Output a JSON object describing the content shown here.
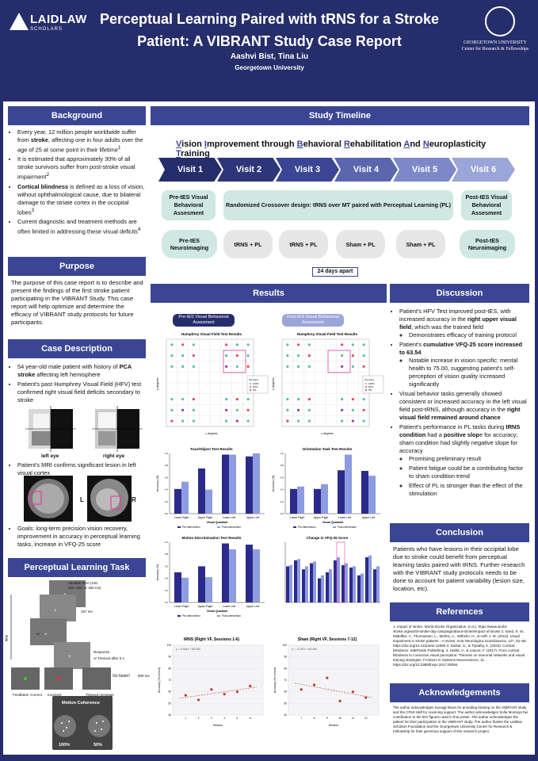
{
  "header": {
    "logo_name": "LAIDLAW",
    "logo_sub": "SCHOLARS",
    "title_line1": "Perceptual Learning Paired with tRNS for a Stroke",
    "title_line2": "Patient: A VIBRANT Study Case Report",
    "authors": "Aashvi Bist, Tina Liu",
    "institution": "Georgetown University",
    "gu_line1": "GEORGETOWN UNIVERSITY",
    "gu_line2": "Center for Research & Fellowships"
  },
  "sections": {
    "background": "Background",
    "timeline": "Study Timeline",
    "purpose": "Purpose",
    "case": "Case Description",
    "results": "Results",
    "discussion": "Discussion",
    "pl_task": "Perceptual Learning Task",
    "conclusion": "Conclusion",
    "references": "References",
    "ack": "Acknowledgements"
  },
  "background": {
    "b1a": "Every year, 12 million people worldwide suffer from ",
    "b1b": "stroke",
    ", affecting one in four adults over the age of 25 at some point in their lifetime": "",
    "b1c": ", affecting one in four adults over the age of 25 at some point in their lifetime",
    "b2": "It is estimated that approximately 30% of all stroke survivors suffer from post-stroke visual impairment",
    "b3a": "Cortical blindness",
    "b3b": " is defined as a loss of vision, without ophthalmological cause, due to bilateral damage to the striate cortex in the occipital lobes",
    "b4": "Current diagnostic and treatment methods are often limited in addressing these visual deficits"
  },
  "purpose": {
    "text": "The purpose of this case report is to describe and present the findings of the first stroke patient participating in the VIBRANT Study. This case report will help optimize and determine the efficacy of VIBRANT study protocols for future participants."
  },
  "case": {
    "c1": "54 year-old male patient with history of ",
    "c1b": "PCA stroke",
    " affecting left hemisphere": "",
    "c1c": " affecting left hemisphere",
    "c2": "Patient's past Humphrey Visual Field (HFV) test confirmed right visual field deficits secondary to stroke",
    "left_eye": "left eye",
    "right_eye": "right eye",
    "c3": "Patient's MRI confirms significant lesion in left visual cortex",
    "mri_L": "L",
    "mri_R": "R",
    "c4": "Goals: long-term precision vision recovery, improvement in accuracy in perceptual learning tasks, increase in VFQ-25 score"
  },
  "timeline": {
    "title": "Vision Improvement through Behavioral Rehabilitation And Neuroplasticity Training",
    "visits": [
      "Visit 1",
      "Visit 2",
      "Visit 3",
      "Visit 4",
      "Visit 5",
      "Visit 6"
    ],
    "pre_assess": "Pre-tES Visual Behavioral Assesment",
    "design": "Randomized Crossover design: tRNS over MT paired with Perceptual Learning (PL)",
    "post_assess": "Post-tES Visual Behavioral Assesment",
    "row3": [
      "Pre-tES Neuroimaging",
      "tRNS + PL",
      "tRNS + PL",
      "Sham + PL",
      "Sham + PL",
      "Post-tES Neuroimaging"
    ],
    "days": "24 days apart"
  },
  "results": {
    "pre_label": "Pre-tES Visual Behavioral Assesment",
    "post_label": "Post-tES Visual Behavioral Assesment"
  },
  "chart_data": [
    {
      "type": "bar",
      "title": "Face/Object Test Results",
      "categories": [
        "Lower Right",
        "Upper Right",
        "Lower Left",
        "Upper Left"
      ],
      "series": [
        {
          "name": "Pre-intervention",
          "values": [
            0.41,
            0.75,
            0.98,
            0.95
          ]
        },
        {
          "name": "Post-intervention",
          "values": [
            0.53,
            0.4,
            0.98,
            1.0
          ]
        }
      ],
      "ylabel": "Accuracy (%)",
      "xlabel": "Visual Quadrant",
      "ylim": [
        0,
        1
      ]
    },
    {
      "type": "bar",
      "title": "Orientation Task Test Results",
      "categories": [
        "Lower Right",
        "Upper Right",
        "Lower Left",
        "Upper Left"
      ],
      "series": [
        {
          "name": "Pre-intervention",
          "values": [
            0.41,
            0.41,
            0.72,
            0.71
          ]
        },
        {
          "name": "Post-intervention",
          "values": [
            0.45,
            0.49,
            0.98,
            0.63
          ]
        }
      ],
      "ylabel": "Accuracy (%)",
      "xlabel": "Visual Quadrant",
      "ylim": [
        0,
        1
      ]
    },
    {
      "type": "bar",
      "title": "Motion Discrimination Test Results",
      "categories": [
        "Lower Right",
        "Upper Right",
        "Lower Left",
        "Upper Left"
      ],
      "series": [
        {
          "name": "Pre-intervention",
          "values": [
            0.5,
            0.6,
            0.98,
            0.96
          ]
        },
        {
          "name": "Post-intervention",
          "values": [
            0.41,
            0.42,
            0.88,
            0.88
          ]
        }
      ],
      "ylabel": "Accuracy (%)",
      "xlabel": "Visual Quadrant",
      "ylim": [
        0,
        1
      ]
    },
    {
      "type": "bar",
      "title": "Change in VFQ-25 Score",
      "ylim": [
        0,
        100
      ]
    },
    {
      "type": "scatter",
      "title": "tRNS (Right VF, Sessions 1-6)",
      "equation": "y = 0.944x + 58.050",
      "x": [
        1,
        2,
        3,
        4,
        5,
        6
      ],
      "y": [
        57,
        53,
        62,
        58,
        60,
        65
      ],
      "xlabel": "Session",
      "ylabel": "Accuracy (% correct)",
      "ylim": [
        40,
        100
      ]
    },
    {
      "type": "scatter",
      "title": "Sham (Right VF, Sessions 7-12)",
      "equation": "y = -0.187x + 66.494",
      "x": [
        7,
        8,
        9,
        10,
        11,
        12
      ],
      "y": [
        62,
        66,
        72,
        52,
        60,
        55
      ],
      "xlabel": "Session",
      "ylabel": "Accuracy (% correct)",
      "ylim": [
        40,
        100
      ]
    }
  ],
  "hvf": {
    "title_pre": "Humphrey Visual Field Test Results",
    "title_post": "Humphrey Visual Field Test Results",
    "x_label": "x degrees",
    "y_label": "y degrees",
    "legend_title": "Accuracy",
    "legend_items": [
      "100%",
      "50%",
      "0%"
    ]
  },
  "discussion": {
    "d1a": "Patient's HFV Test improved post-tES, with  increased accuracy in the ",
    "d1b": "right upper visual field",
    ", which was the trained field": "",
    "d1c": ", which was the trained field",
    "d1s": "Demonstrates efficacy of training protocol",
    "d2a": "Patient's ",
    "d2b": "cumulative VFQ-25 score increased to 63.54",
    "d2s": "Notable increase in vision specific: mental health to 75.00, suggesting patient's self-perception of vision quality increased significantly",
    "d3a": "Visual behavior tasks generally showed consistent or increased accuracy in the left visual field post-tRNS, although accuracy in the ",
    "d3b": "right visual field remained around chance",
    "d4a": "Patient's performance in PL tasks during ",
    "d4b": "tRNS condition",
    " had a ": "",
    "d4c": " had a ",
    "d4d": "positive slop",
    "d4e": "e for accuracy; sham condition had slightly negative slope for accuracy",
    "d4s1": "Promising preliminary result",
    "d4s2": "Patient fatigue could be a contributing factor to sham condition trend",
    "d4s3": "Effect of PL is stronger than the effect of the stimulation"
  },
  "conclusion": {
    "text": "Patients who have lesions in their occipital lobe due to stroke could benefit from perceptual learning tasks paired with tRNS. Further research with the VIBRANT study protocols needs to be done to account for patient variability (lesion size, location, etc)."
  },
  "references": {
    "text": "1. Impact of stroke. World Stroke Organization. (n.d.). https://www.world-stroke.org/world-stroke-day-campaign/about-stroke/impact-of-stroke 2. Sand, K. M., Midelfart, A., Thomassen, L., Melms, A., Wilhelm, H., & Hoff, J. M. (2012). Visual impairment in stroke patients - A review. Acta Neurologica Scandinavica, 127, 52–56. https://doi.org/10.1111/ane.12050 3. Sarkar, S., & Tripathy, K. (2023). Cortical blindness. StatPearls Publishing. 4. Hadid, V., & Lepore, F. (2017). From cortical blindness to conscious visual perception: Theories on neuronal networks and visual training strategies. Frontiers in Systems Neuroscience, 11. https://doi.org/10.3389/fnsys.2017.00064"
  },
  "ack": {
    "text": "The author acknowledges Kyungji Moon for providing training on the VIBRANT study and the CFMI staff for scanning support. The author acknowledges Sofia Montoya her contribution to the tES figures used in this poster. The author acknowledges the patient for their participation in the VIBRANT study. The author thanks the Laidlaw Scholars Foundation and the Georgetown University Center for Research & Fellowship for their generous support of this research project."
  },
  "pl_task": {
    "variable_soa": "Variable SOA (100, 200, 300, or 400 ms)",
    "ms157": "157 ms",
    "response": "Response",
    "timeout": "or Timeout after 5 s",
    "or": "or",
    "go_faster": "Go faster!",
    "ms500": "500 ms",
    "feedback": "Feedback: Correct",
    "incorrect": "Incorrect",
    "timeout_msg": "Timeout message",
    "time": "time",
    "motion_title": "Motion Coherence",
    "pct100": "100%",
    "pct50": "50%"
  },
  "colors": {
    "navy": "#262d6b",
    "header_blue": "#3a4694",
    "visit_dark": "#262d6b",
    "visit_light": "#9aa5d9",
    "teal_box": "#cfe8e2",
    "bar_pre": "#2b2a8c",
    "bar_post": "#8d9ce0"
  }
}
